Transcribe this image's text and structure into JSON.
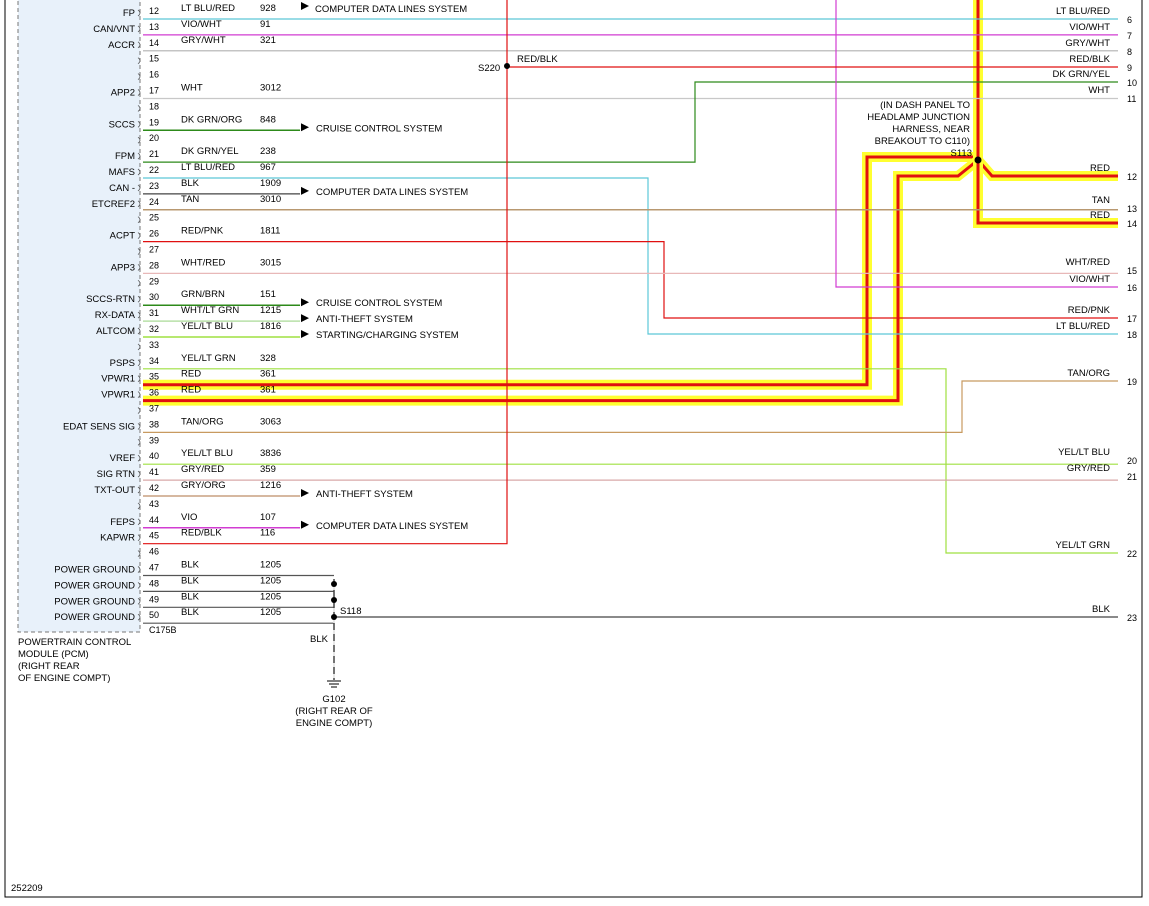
{
  "diagram": {
    "module": {
      "name_lines": [
        "POWERTRAIN CONTROL",
        "MODULE (PCM)",
        "(RIGHT REAR",
        "OF ENGINE COMPT)"
      ],
      "connector": "C175B"
    },
    "figure_id": "252209",
    "top_partial_label": "COMPUTER DATA LINES SYSTEM",
    "splices": {
      "s220": {
        "name": "S220",
        "wire": "RED/BLK"
      },
      "s113": {
        "name": "S113",
        "note_lines": [
          "(IN DASH PANEL TO",
          "HEADLAMP JUNCTION",
          "HARNESS, NEAR",
          "BREAKOUT TO C110)"
        ]
      },
      "s118": {
        "name": "S118"
      }
    },
    "ground": {
      "name": "G102",
      "wire": "BLK",
      "location_lines": [
        "(RIGHT REAR OF",
        "ENGINE COMPT)"
      ]
    },
    "pins": [
      {
        "pin": "12",
        "func": "FP",
        "color": "LT BLU/RED",
        "circuit": "928"
      },
      {
        "pin": "13",
        "func": "CAN/VNT",
        "color": "VIO/WHT",
        "circuit": "91"
      },
      {
        "pin": "14",
        "func": "ACCR",
        "color": "GRY/WHT",
        "circuit": "321"
      },
      {
        "pin": "15",
        "func": "",
        "color": "",
        "circuit": ""
      },
      {
        "pin": "16",
        "func": "",
        "color": "",
        "circuit": ""
      },
      {
        "pin": "17",
        "func": "APP2",
        "color": "WHT",
        "circuit": "3012"
      },
      {
        "pin": "18",
        "func": "",
        "color": "",
        "circuit": ""
      },
      {
        "pin": "19",
        "func": "SCCS",
        "color": "DK GRN/ORG",
        "circuit": "848"
      },
      {
        "pin": "20",
        "func": "",
        "color": "",
        "circuit": ""
      },
      {
        "pin": "21",
        "func": "FPM",
        "color": "DK GRN/YEL",
        "circuit": "238"
      },
      {
        "pin": "22",
        "func": "MAFS",
        "color": "LT BLU/RED",
        "circuit": "967"
      },
      {
        "pin": "23",
        "func": "CAN -",
        "color": "BLK",
        "circuit": "1909"
      },
      {
        "pin": "24",
        "func": "ETCREF2",
        "color": "TAN",
        "circuit": "3010"
      },
      {
        "pin": "25",
        "func": "",
        "color": "",
        "circuit": ""
      },
      {
        "pin": "26",
        "func": "ACPT",
        "color": "RED/PNK",
        "circuit": "1811"
      },
      {
        "pin": "27",
        "func": "",
        "color": "",
        "circuit": ""
      },
      {
        "pin": "28",
        "func": "APP3",
        "color": "WHT/RED",
        "circuit": "3015"
      },
      {
        "pin": "29",
        "func": "",
        "color": "",
        "circuit": ""
      },
      {
        "pin": "30",
        "func": "SCCS-RTN",
        "color": "GRN/BRN",
        "circuit": "151"
      },
      {
        "pin": "31",
        "func": "RX-DATA",
        "color": "WHT/LT GRN",
        "circuit": "1215"
      },
      {
        "pin": "32",
        "func": "ALTCOM",
        "color": "YEL/LT BLU",
        "circuit": "1816"
      },
      {
        "pin": "33",
        "func": "",
        "color": "",
        "circuit": ""
      },
      {
        "pin": "34",
        "func": "PSPS",
        "color": "YEL/LT GRN",
        "circuit": "328"
      },
      {
        "pin": "35",
        "func": "VPWR1",
        "color": "RED",
        "circuit": "361"
      },
      {
        "pin": "36",
        "func": "VPWR1",
        "color": "RED",
        "circuit": "361"
      },
      {
        "pin": "37",
        "func": "",
        "color": "",
        "circuit": ""
      },
      {
        "pin": "38",
        "func": "EDAT SENS SIG",
        "color": "TAN/ORG",
        "circuit": "3063"
      },
      {
        "pin": "39",
        "func": "",
        "color": "",
        "circuit": ""
      },
      {
        "pin": "40",
        "func": "VREF",
        "color": "YEL/LT BLU",
        "circuit": "3836"
      },
      {
        "pin": "41",
        "func": "SIG RTN",
        "color": "GRY/RED",
        "circuit": "359"
      },
      {
        "pin": "42",
        "func": "TXT-OUT",
        "color": "GRY/ORG",
        "circuit": "1216"
      },
      {
        "pin": "43",
        "func": "",
        "color": "",
        "circuit": ""
      },
      {
        "pin": "44",
        "func": "FEPS",
        "color": "VIO",
        "circuit": "107"
      },
      {
        "pin": "45",
        "func": "KAPWR",
        "color": "RED/BLK",
        "circuit": "116"
      },
      {
        "pin": "46",
        "func": "",
        "color": "",
        "circuit": ""
      },
      {
        "pin": "47",
        "func": "POWER GROUND",
        "color": "BLK",
        "circuit": "1205"
      },
      {
        "pin": "48",
        "func": "POWER GROUND",
        "color": "BLK",
        "circuit": "1205"
      },
      {
        "pin": "49",
        "func": "POWER GROUND",
        "color": "BLK",
        "circuit": "1205"
      },
      {
        "pin": "50",
        "func": "POWER GROUND",
        "color": "BLK",
        "circuit": "1205"
      }
    ],
    "system_arrows": [
      {
        "pin": "19",
        "label": "CRUISE CONTROL SYSTEM"
      },
      {
        "pin": "23",
        "label": "COMPUTER DATA LINES SYSTEM"
      },
      {
        "pin": "30",
        "label": "CRUISE CONTROL SYSTEM"
      },
      {
        "pin": "31",
        "label": "ANTI-THEFT SYSTEM"
      },
      {
        "pin": "32",
        "label": "STARTING/CHARGING SYSTEM"
      },
      {
        "pin": "42",
        "label": "ANTI-THEFT SYSTEM"
      },
      {
        "pin": "44",
        "label": "COMPUTER DATA LINES SYSTEM"
      }
    ],
    "right_terminals": [
      {
        "num": "6",
        "label": "LT BLU/RED"
      },
      {
        "num": "7",
        "label": "VIO/WHT"
      },
      {
        "num": "8",
        "label": "GRY/WHT"
      },
      {
        "num": "9",
        "label": "RED/BLK"
      },
      {
        "num": "10",
        "label": "DK GRN/YEL"
      },
      {
        "num": "11",
        "label": "WHT"
      },
      {
        "num": "12",
        "label": "RED"
      },
      {
        "num": "13",
        "label": "TAN"
      },
      {
        "num": "14",
        "label": "RED"
      },
      {
        "num": "15",
        "label": "WHT/RED"
      },
      {
        "num": "16",
        "label": "VIO/WHT"
      },
      {
        "num": "17",
        "label": "RED/PNK"
      },
      {
        "num": "18",
        "label": "LT BLU/RED"
      },
      {
        "num": "19",
        "label": "TAN/ORG"
      },
      {
        "num": "20",
        "label": "YEL/LT BLU"
      },
      {
        "num": "21",
        "label": "GRY/RED"
      },
      {
        "num": "22",
        "label": "YEL/LT GRN"
      },
      {
        "num": "23",
        "label": "BLK"
      }
    ],
    "colors": {
      "lt_blu": "#5cc8d8",
      "vio": "#d23cd2",
      "gry": "#b0b0b0",
      "red": "#e01010",
      "dk_grn": "#2d8a1a",
      "wht": "#cfcfcf",
      "tan": "#b89870",
      "yel_lt_grn": "#9fe040",
      "yel_lt_blu": "#9fe040",
      "pnk": "#e88080",
      "blk": "#333333",
      "highlight": "#ffff30",
      "tan_org": "#c89a60",
      "gry_red": "#d8a8a8",
      "grn_brn": "#2d8a1a"
    }
  }
}
